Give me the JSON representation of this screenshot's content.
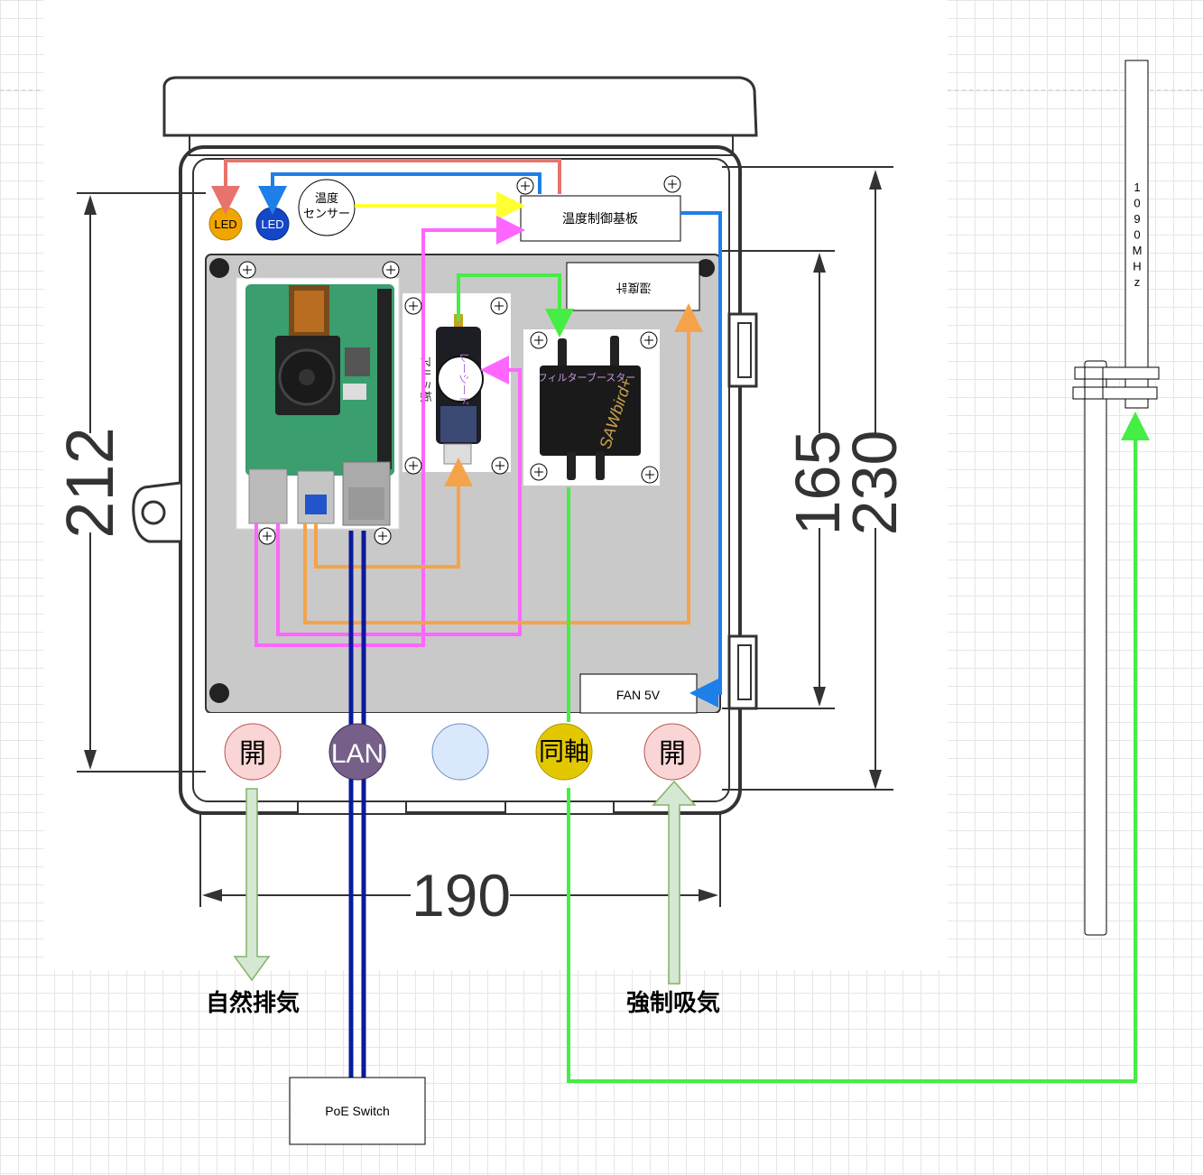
{
  "dimensions": {
    "height_outer": "212",
    "height_inner": "165",
    "height_total": "230",
    "width": "190"
  },
  "labels": {
    "led_orange": "LED",
    "led_blue": "LED",
    "temp_sensor_line1": "温度",
    "temp_sensor_line2": "センサー",
    "temp_board": "温度制御基板",
    "hygrometer": "湿度計",
    "aluminum_plate": "アルミ板",
    "sdr_dongle": "レーシード",
    "filter_booster": "フィルターブースター",
    "filter_brand": "SAWbird+",
    "fan": "FAN 5V",
    "port_open_left": "開",
    "port_lan": "LAN",
    "port_coax": "同軸",
    "port_open_right": "開",
    "exhaust": "自然排気",
    "intake": "強制吸気",
    "poe_switch": "PoE Switch",
    "antenna_freq": "1090MHz"
  },
  "colors": {
    "red_wire": "#e8736c",
    "blue_wire": "#1e7fe8",
    "yellow_wire": "#ffff33",
    "magenta_wire": "#ff66ff",
    "orange_wire": "#f5a34a",
    "green_wire": "#44ee44",
    "lan_cable": "#0a1a9a",
    "led_orange": "#f0a500",
    "led_blue": "#1446c8",
    "port_pink": "#f9d6d5",
    "port_lan": "#76608a",
    "port_empty": "#dae8fc",
    "port_coax": "#e3c800",
    "arrow_green_fill": "#d5e8d4"
  }
}
